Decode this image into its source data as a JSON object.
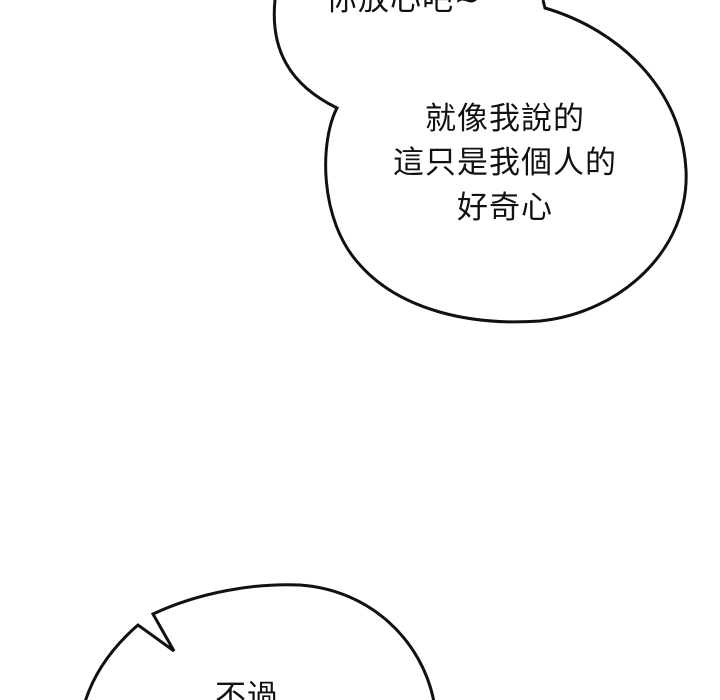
{
  "panel": {
    "background": "#ffffff",
    "ink": "#111111",
    "bubbles": [
      {
        "lines": [
          "你放心吧~"
        ]
      },
      {
        "lines": [
          "就像我說的",
          "這只是我個人的",
          "好奇心"
        ]
      },
      {
        "lines": [
          "不過"
        ]
      }
    ]
  }
}
